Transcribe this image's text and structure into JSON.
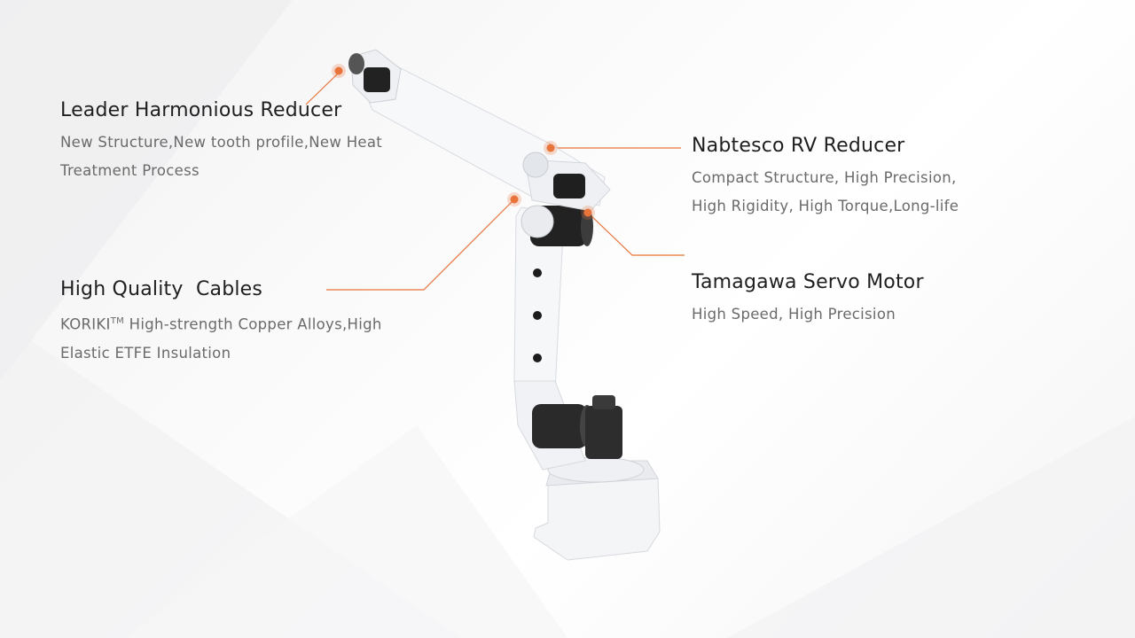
{
  "features": {
    "harmonic": {
      "title": "Leader Harmonious Reducer",
      "line1": "New Structure,New tooth profile,New Heat",
      "line2": "Treatment Process"
    },
    "nabtesco": {
      "title": "Nabtesco RV Reducer",
      "line1": "Compact Structure, High Precision,",
      "line2": "High Rigidity, High Torque,Long-life"
    },
    "cables": {
      "title": "High Quality  Cables",
      "line1_brand": "KORIKI",
      "line1_tm": "TM",
      "line1_rest": " High-strength Copper Alloys,High",
      "line2": "Elastic ETFE Insulation"
    },
    "servo": {
      "title": "Tamagawa Servo Motor",
      "line1": "High Speed, High Precision"
    }
  },
  "colors": {
    "accent": "#e8743b",
    "title": "#1f1f1f",
    "desc": "#6a6a6a"
  },
  "icons": {
    "hotspot": "orange-dot-icon",
    "robot": "industrial-robot-arm-icon"
  }
}
